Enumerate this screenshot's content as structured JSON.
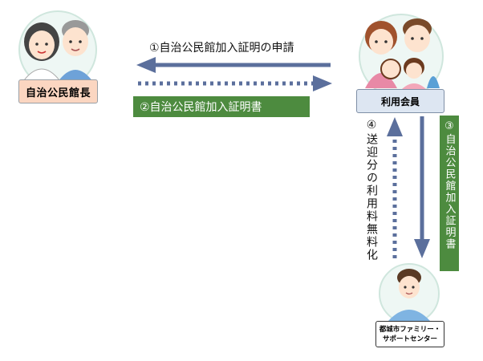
{
  "nodes": {
    "chief": {
      "label": "自治公民館長"
    },
    "member": {
      "label": "利用会員"
    },
    "center": {
      "label_line1": "都城市ファミリー・",
      "label_line2": "サポートセンター"
    }
  },
  "edges": {
    "step1": {
      "label": "①自治公民館加入証明の申請"
    },
    "step2": {
      "label": "②自治公民館加入証明書"
    },
    "step3": {
      "label": "③自治公民館加入証明書"
    },
    "step4": {
      "label": "④送迎分の利用料無料化"
    }
  },
  "colors": {
    "arrow": "#5b6f9c",
    "label_green": "#4d8b3f",
    "chief_box": "#fbd6c1",
    "member_box": "#dde6f2",
    "circle_bg": "#eef7f4"
  },
  "icons": {
    "chief": "elderly-couple-icon",
    "member": "family-icon",
    "center": "staff-person-icon"
  }
}
